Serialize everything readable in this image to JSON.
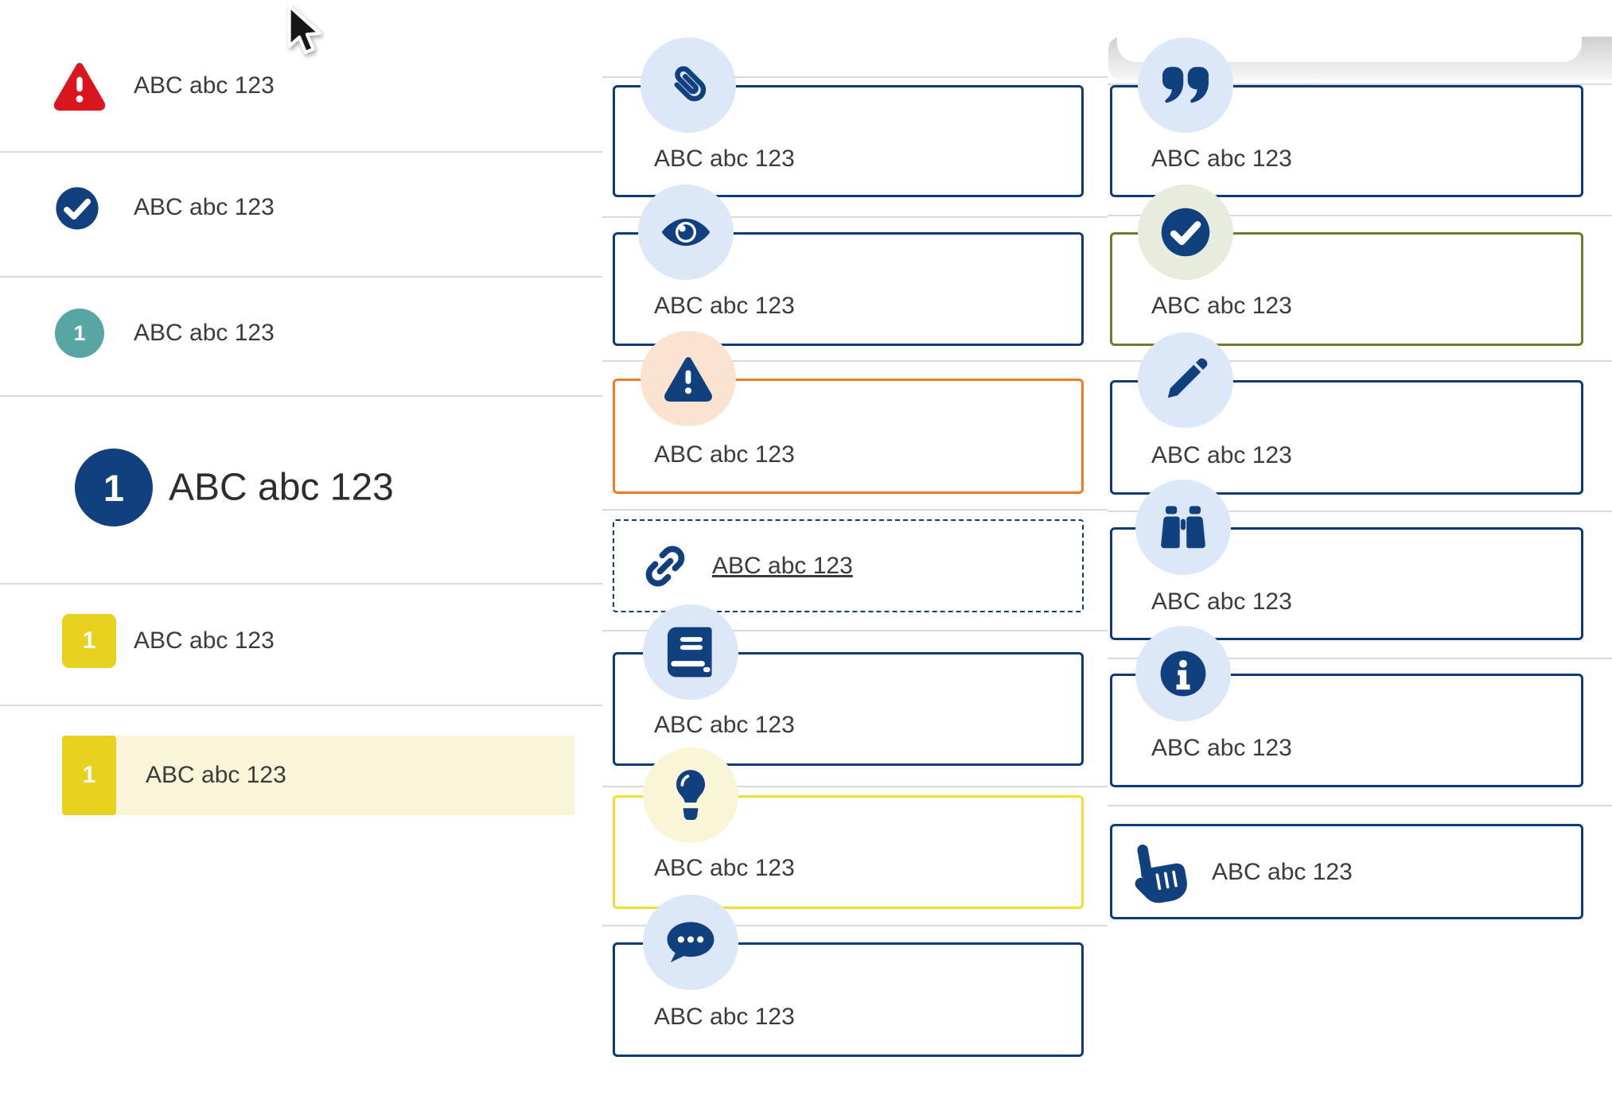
{
  "colors": {
    "navy": "#11407f",
    "navy_border": "#0e3a78",
    "light_blue": "#dce8f8",
    "red": "#d9161d",
    "teal": "#57a6a4",
    "yellow": "#e8d21f",
    "cream": "#faf4d9",
    "pale_yellow": "#fbf5d8",
    "bulb_border": "#f0df2e",
    "orange": "#ed7d23",
    "pale_orange": "#fce3d0",
    "olive": "#6e7a2e",
    "pale_green": "#e8ecdc",
    "divider": "#d9d9d9",
    "text": "#3b3b3b",
    "text_dark": "#2e2e2e"
  },
  "left_list": {
    "items": [
      {
        "icon": "alert-triangle-icon",
        "label": "ABC abc 123"
      },
      {
        "icon": "check-circle-icon",
        "label": "ABC abc 123"
      },
      {
        "icon": "step-badge",
        "badge": "1",
        "label": "ABC abc 123"
      },
      {
        "icon": "step-badge-large",
        "badge": "1",
        "label": "ABC abc 123"
      },
      {
        "icon": "step-badge-yellow",
        "badge": "1",
        "label": "ABC abc 123"
      },
      {
        "icon": "step-badge-yellow",
        "badge": "1",
        "label": "ABC abc 123",
        "highlighted": true
      }
    ]
  },
  "middle_cards": {
    "items": [
      {
        "icon": "paperclip-icon",
        "label": "ABC abc 123"
      },
      {
        "icon": "eye-icon",
        "label": "ABC abc 123"
      },
      {
        "icon": "warning-triangle-icon",
        "label": "ABC abc 123"
      },
      {
        "icon": "link-icon",
        "label": "ABC abc 123"
      },
      {
        "icon": "book-icon",
        "label": "ABC abc 123"
      },
      {
        "icon": "lightbulb-icon",
        "label": "ABC abc 123"
      },
      {
        "icon": "chat-bubble-icon",
        "label": "ABC abc 123"
      }
    ]
  },
  "right_cards": {
    "items": [
      {
        "icon": "quote-icon",
        "label": "ABC abc 123"
      },
      {
        "icon": "check-circle-icon",
        "label": "ABC abc 123"
      },
      {
        "icon": "pencil-icon",
        "label": "ABC abc 123"
      },
      {
        "icon": "binoculars-icon",
        "label": "ABC abc 123"
      },
      {
        "icon": "info-icon",
        "label": "ABC abc 123"
      },
      {
        "icon": "hand-point-up-icon",
        "label": "ABC abc 123"
      }
    ]
  },
  "scrollbar": {
    "name": "horizontal-scrollbar"
  },
  "cursor": {
    "icon": "arrow-cursor-icon"
  }
}
